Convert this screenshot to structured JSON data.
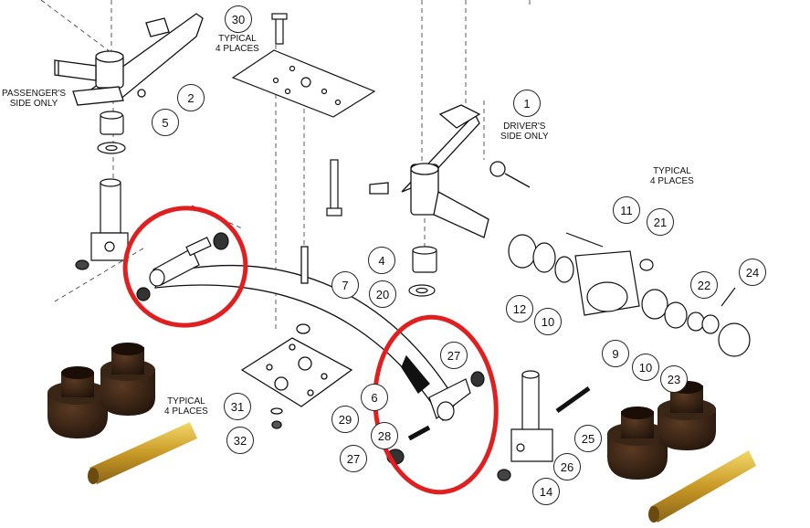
{
  "diagram": {
    "notes": {
      "typical_4_top": "TYPICAL\n4 PLACES",
      "passenger_side": "PASSENGER'S\nSIDE ONLY",
      "driver_side": "DRIVER'S\nSIDE ONLY",
      "typical_4_right": "TYPICAL\n4 PLACES",
      "typical_4_left_bushing": "TYPICAL\n4 PLACES"
    },
    "callouts": [
      "30",
      "2",
      "5",
      "1",
      "11",
      "21",
      "24",
      "22",
      "4",
      "7",
      "20",
      "12",
      "10",
      "9",
      "10",
      "23",
      "27",
      "31",
      "29",
      "6",
      "28",
      "27",
      "32",
      "25",
      "26",
      "14"
    ],
    "highlight_color": "#e02020"
  }
}
